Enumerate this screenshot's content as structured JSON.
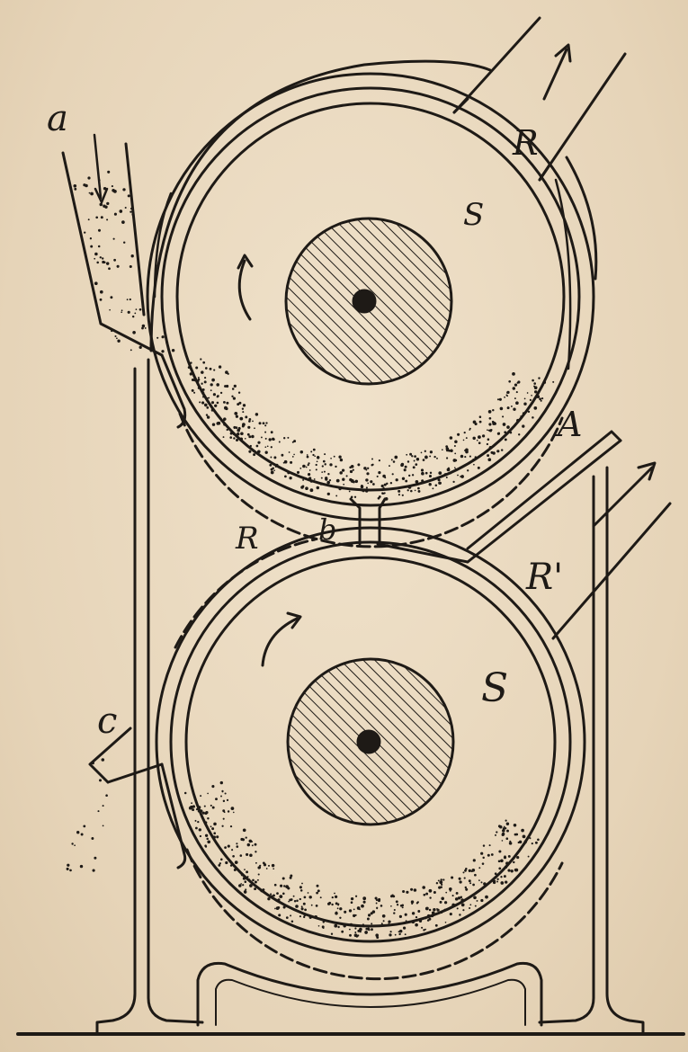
{
  "diagram": {
    "labels": {
      "a": "a",
      "R_top": "R",
      "S_top": "S",
      "A": "A",
      "R_mid": "R",
      "b": "b",
      "R_prime": "R'",
      "S_bottom": "S",
      "c": "c"
    },
    "colors": {
      "ink": "#1e1a16",
      "paper": "#ecdcc4"
    }
  }
}
